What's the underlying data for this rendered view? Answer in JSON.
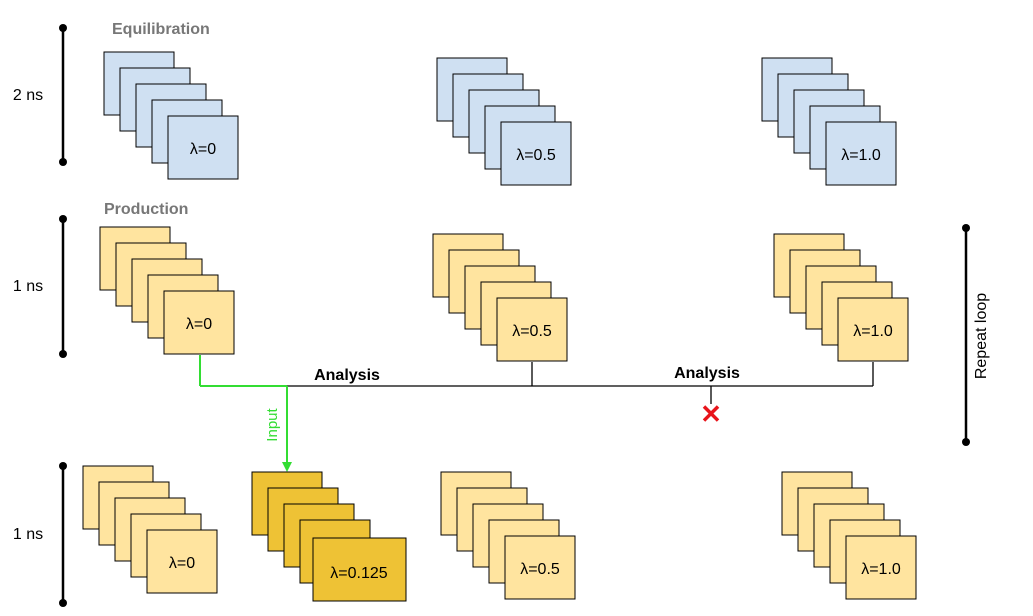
{
  "sections": {
    "equilibration": {
      "title": "Equilibration",
      "duration": "2 ns"
    },
    "production": {
      "title": "Production",
      "duration": "1 ns"
    },
    "next_round": {
      "duration": "1 ns"
    }
  },
  "stacks": {
    "eq": [
      "λ=0",
      "λ=0.5",
      "λ=1.0"
    ],
    "prod": [
      "λ=0",
      "λ=0.5",
      "λ=1.0"
    ],
    "next": [
      "λ=0",
      "λ=0.125",
      "λ=0.5",
      "λ=1.0"
    ]
  },
  "labels": {
    "analysis_left": "Analysis",
    "analysis_right": "Analysis",
    "input": "Input",
    "repeat": "Repeat loop",
    "rejected_mark": "✕"
  },
  "colors": {
    "eq_fill": "#cfe0f2",
    "prod_fill": "#ffe49f",
    "new_fill": "#eec235",
    "stroke": "#000000",
    "input_line": "#33dd33",
    "reject": "#e8141b",
    "section_title": "#777777"
  }
}
